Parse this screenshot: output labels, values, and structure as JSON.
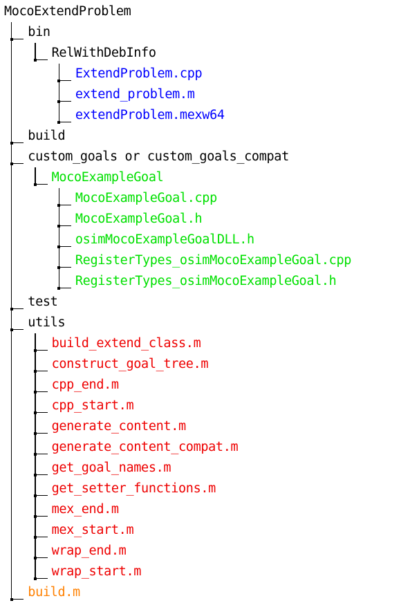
{
  "colors": {
    "folder": "#000000",
    "bin_files": "#0000ff",
    "custom_goal_files": "#00e000",
    "utils_files": "#ee0000",
    "build_script": "#ff8000"
  },
  "tree": {
    "root": "MocoExtendProblem",
    "nodes": [
      {
        "label": "bin",
        "depth": 1,
        "color": "folder"
      },
      {
        "label": "RelWithDebInfo",
        "depth": 2,
        "color": "folder"
      },
      {
        "label": "ExtendProblem.cpp",
        "depth": 3,
        "color": "bin_files"
      },
      {
        "label": "extend_problem.m",
        "depth": 3,
        "color": "bin_files"
      },
      {
        "label": "extendProblem.mexw64",
        "depth": 3,
        "color": "bin_files"
      },
      {
        "label": "build",
        "depth": 1,
        "color": "folder"
      },
      {
        "label": "custom_goals or custom_goals_compat",
        "depth": 1,
        "color": "folder"
      },
      {
        "label": "MocoExampleGoal",
        "depth": 2,
        "color": "custom_goal_files"
      },
      {
        "label": "MocoExampleGoal.cpp",
        "depth": 3,
        "color": "custom_goal_files"
      },
      {
        "label": "MocoExampleGoal.h",
        "depth": 3,
        "color": "custom_goal_files"
      },
      {
        "label": "osimMocoExampleGoalDLL.h",
        "depth": 3,
        "color": "custom_goal_files"
      },
      {
        "label": "RegisterTypes_osimMocoExampleGoal.cpp",
        "depth": 3,
        "color": "custom_goal_files"
      },
      {
        "label": "RegisterTypes_osimMocoExampleGoal.h",
        "depth": 3,
        "color": "custom_goal_files"
      },
      {
        "label": "test",
        "depth": 1,
        "color": "folder"
      },
      {
        "label": "utils",
        "depth": 1,
        "color": "folder"
      },
      {
        "label": "build_extend_class.m",
        "depth": 2,
        "color": "utils_files"
      },
      {
        "label": "construct_goal_tree.m",
        "depth": 2,
        "color": "utils_files"
      },
      {
        "label": "cpp_end.m",
        "depth": 2,
        "color": "utils_files"
      },
      {
        "label": "cpp_start.m",
        "depth": 2,
        "color": "utils_files"
      },
      {
        "label": "generate_content.m",
        "depth": 2,
        "color": "utils_files"
      },
      {
        "label": "generate_content_compat.m",
        "depth": 2,
        "color": "utils_files"
      },
      {
        "label": "get_goal_names.m",
        "depth": 2,
        "color": "utils_files"
      },
      {
        "label": "get_setter_functions.m",
        "depth": 2,
        "color": "utils_files"
      },
      {
        "label": "mex_end.m",
        "depth": 2,
        "color": "utils_files"
      },
      {
        "label": "mex_start.m",
        "depth": 2,
        "color": "utils_files"
      },
      {
        "label": "wrap_end.m",
        "depth": 2,
        "color": "utils_files"
      },
      {
        "label": "wrap_start.m",
        "depth": 2,
        "color": "utils_files"
      },
      {
        "label": "build.m",
        "depth": 1,
        "color": "build_script"
      }
    ]
  }
}
